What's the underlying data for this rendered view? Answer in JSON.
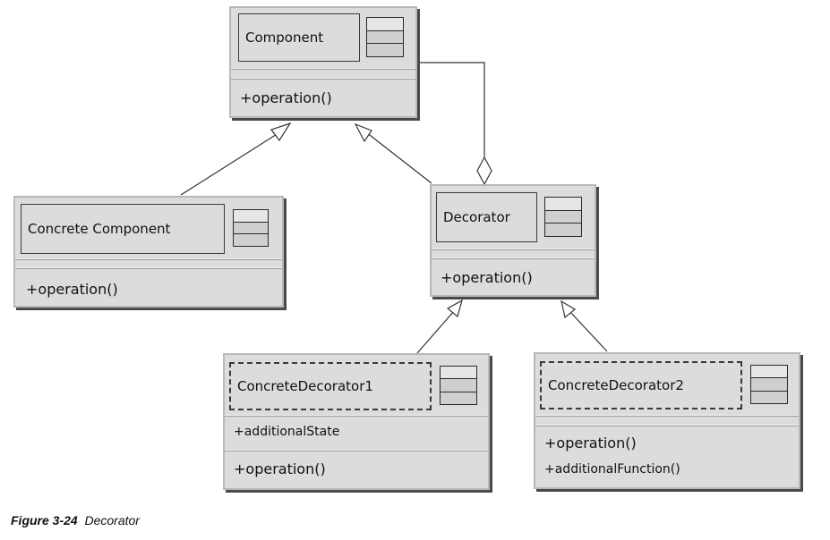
{
  "classes": {
    "component": {
      "name": "Component",
      "operations": [
        "+operation()"
      ]
    },
    "concrete_component": {
      "name": "Concrete Component",
      "operations": [
        "+operation()"
      ]
    },
    "decorator": {
      "name": "Decorator",
      "operations": [
        "+operation()"
      ]
    },
    "concrete_decorator1": {
      "name": "ConcreteDecorator1",
      "attributes": [
        "+additionalState"
      ],
      "operations": [
        "+operation()"
      ]
    },
    "concrete_decorator2": {
      "name": "ConcreteDecorator2",
      "operations": [
        "+operation()",
        "+additionalFunction()"
      ]
    }
  },
  "relations": [
    {
      "from": "Concrete Component",
      "to": "Component",
      "kind": "generalization"
    },
    {
      "from": "Decorator",
      "to": "Component",
      "kind": "generalization"
    },
    {
      "from": "Decorator",
      "to": "Component",
      "kind": "aggregation"
    },
    {
      "from": "ConcreteDecorator1",
      "to": "Decorator",
      "kind": "generalization"
    },
    {
      "from": "ConcreteDecorator2",
      "to": "Decorator",
      "kind": "generalization"
    }
  ],
  "caption": {
    "label": "Figure 3-24",
    "title": "Decorator"
  }
}
